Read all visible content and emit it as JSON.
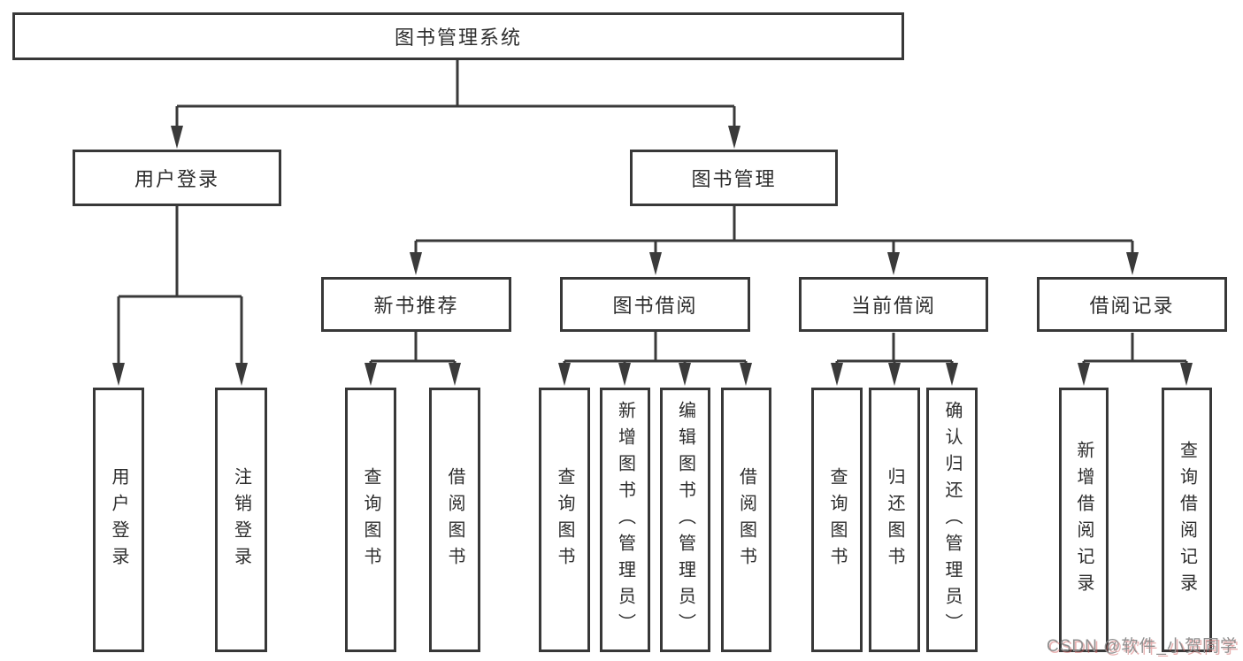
{
  "colors": {
    "box_border": "#383838",
    "connector": "#3a3a3a",
    "text": "#2d2d2d",
    "watermark_gray": "#8f8f8f",
    "watermark_red": "#d36666",
    "background": "#ffffff"
  },
  "tree": {
    "label": "图书管理系统",
    "children": [
      {
        "label": "用户登录",
        "children": [
          {
            "label": "用户登录"
          },
          {
            "label": "注销登录"
          }
        ]
      },
      {
        "label": "图书管理",
        "children": [
          {
            "label": "新书推荐",
            "children": [
              {
                "label": "查询图书"
              },
              {
                "label": "借阅图书"
              }
            ]
          },
          {
            "label": "图书借阅",
            "children": [
              {
                "label": "查询图书"
              },
              {
                "label": "新增图书（管理员）"
              },
              {
                "label": "编辑图书（管理员）"
              },
              {
                "label": "借阅图书"
              }
            ]
          },
          {
            "label": "当前借阅",
            "children": [
              {
                "label": "查询图书"
              },
              {
                "label": "归还图书"
              },
              {
                "label": "确认归还（管理员）"
              }
            ]
          },
          {
            "label": "借阅记录",
            "children": [
              {
                "label": "新增借阅记录"
              },
              {
                "label": "查询借阅记录"
              }
            ]
          }
        ]
      }
    ]
  },
  "watermark": {
    "text": "CSDN @软件_小贺同学"
  }
}
